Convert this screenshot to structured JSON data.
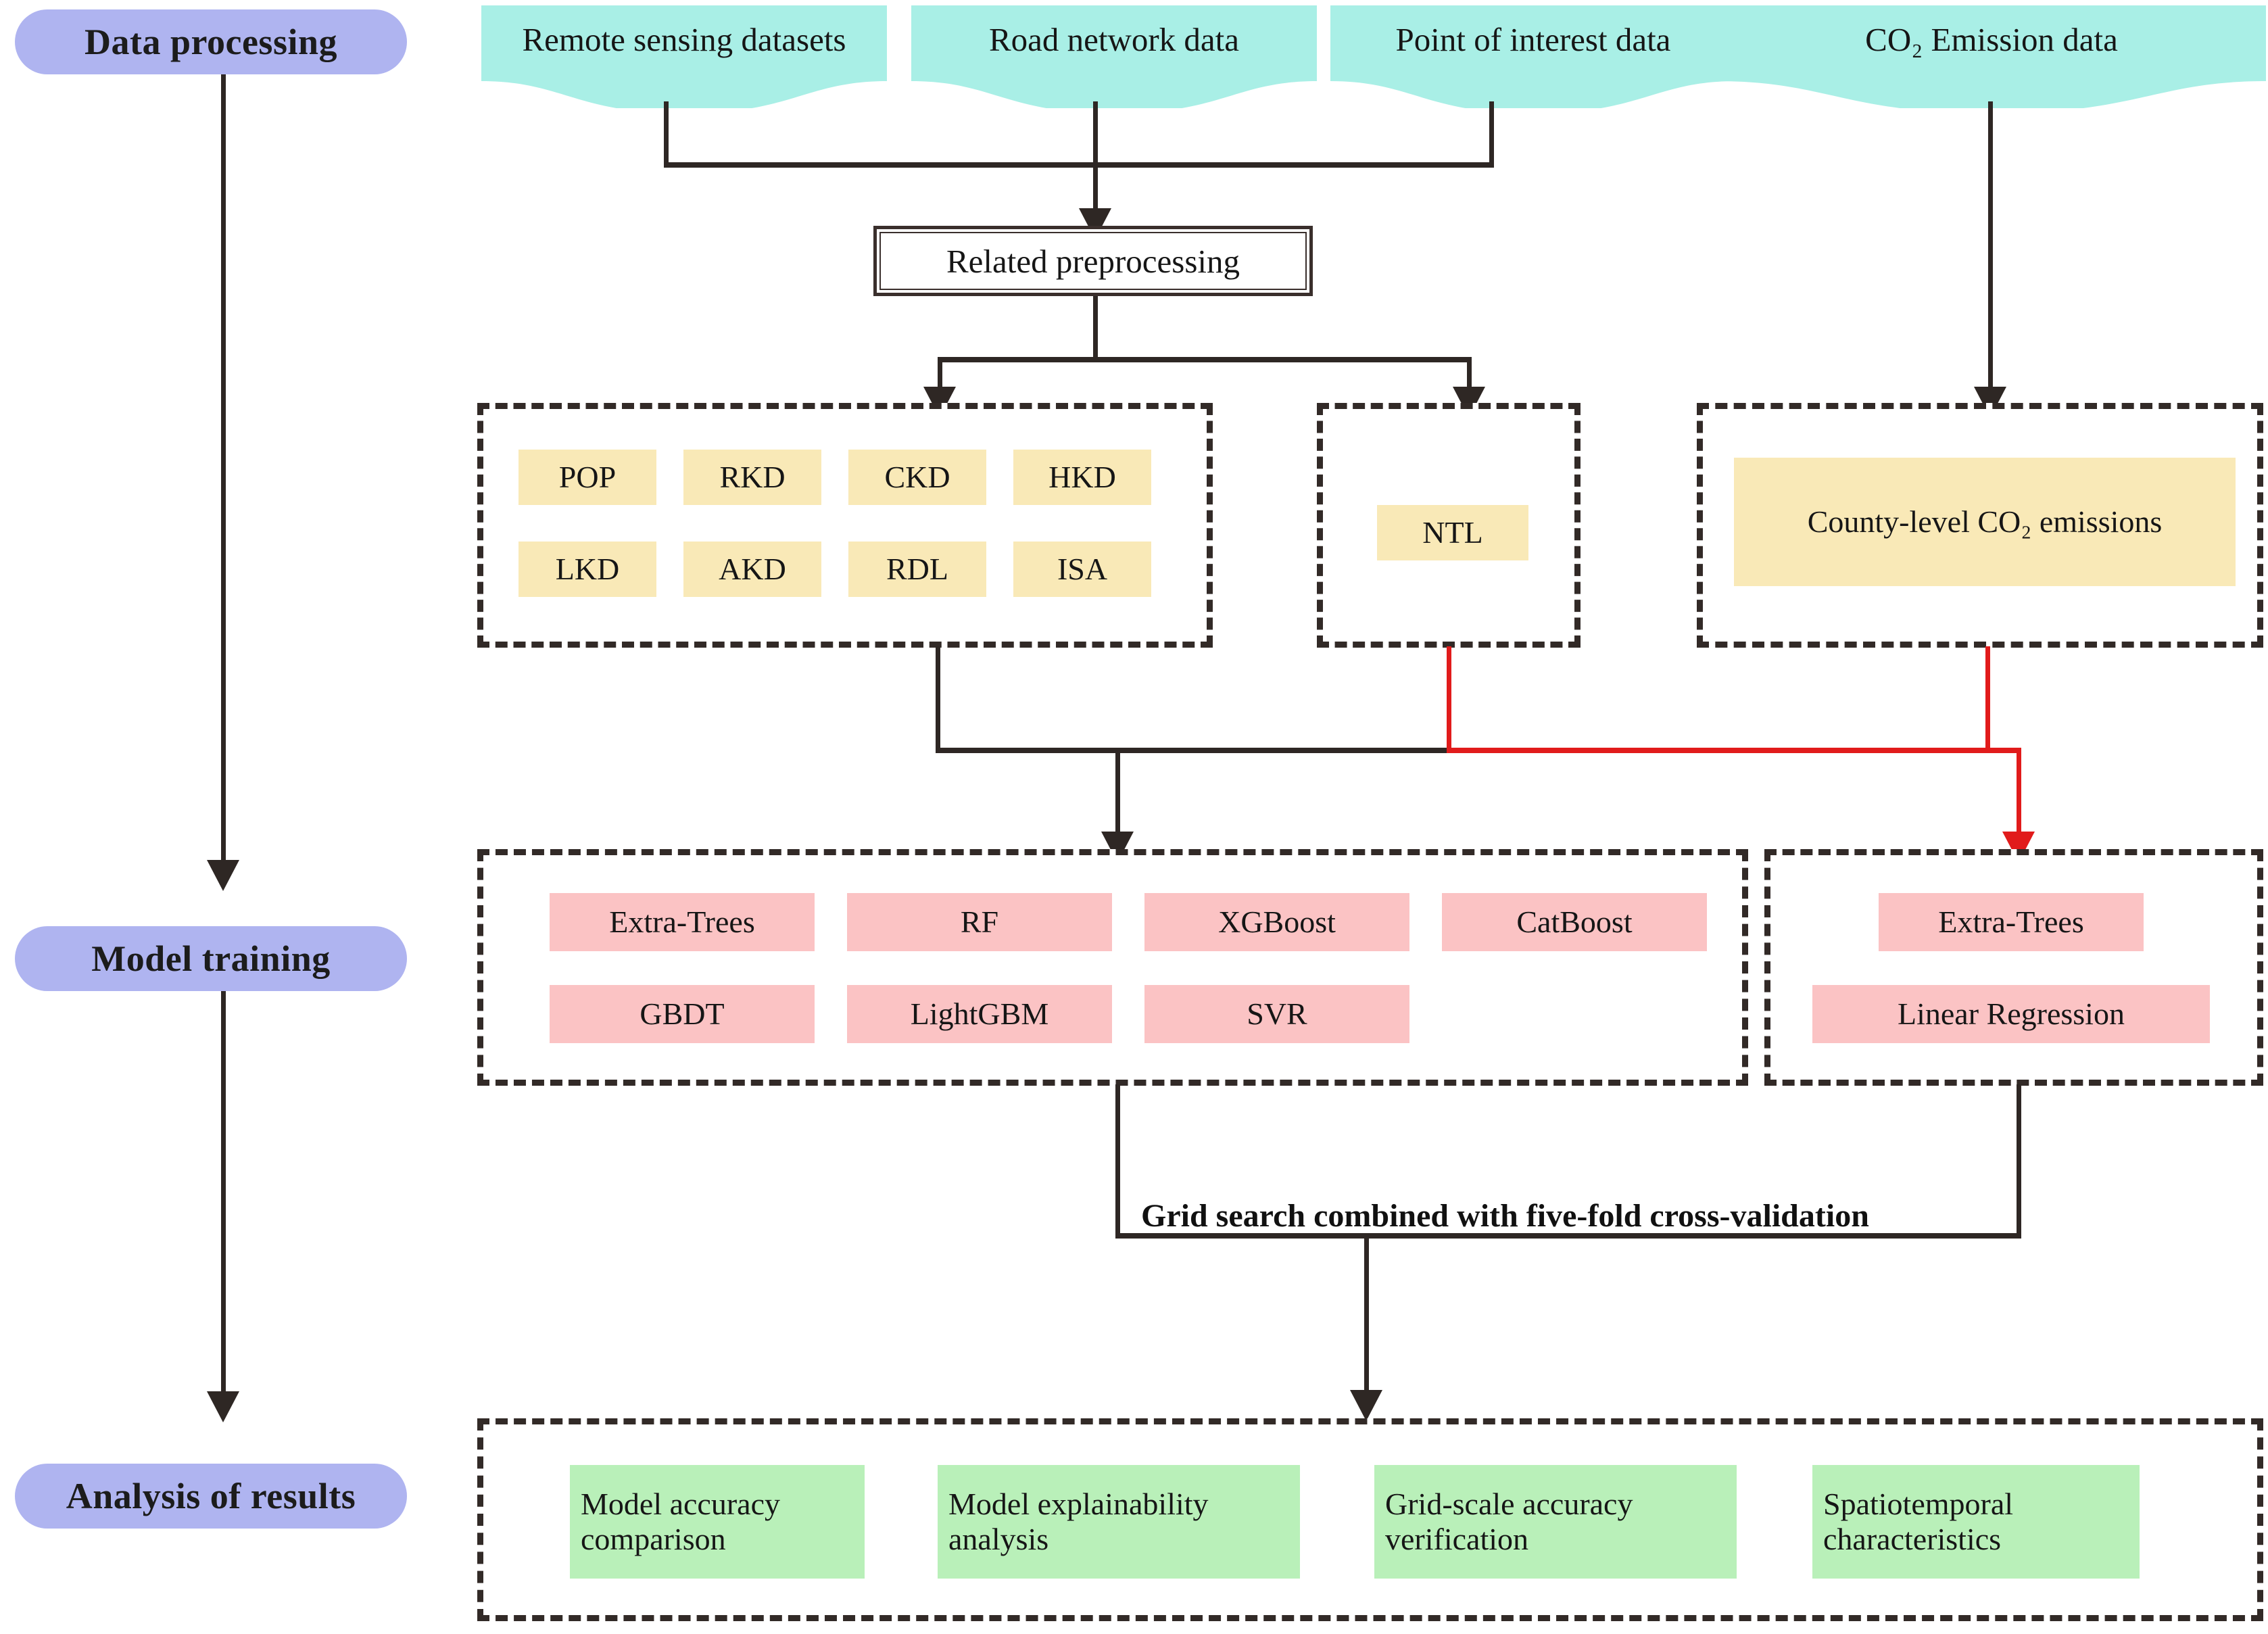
{
  "diagram": {
    "title": "Research workflow: CO2 emission downscaling with machine learning",
    "colors": {
      "stage_pill": "#AFB4F0",
      "data_source": "#A9EFE6",
      "feature_chip": "#F9E9B7",
      "model_chip": "#FBC3C4",
      "result_chip": "#B9F0B9",
      "connector": "#2E2724",
      "connector_highlight": "#E11B1B"
    }
  },
  "stages": [
    {
      "id": "data-processing",
      "label": "Data processing"
    },
    {
      "id": "model-training",
      "label": "Model training"
    },
    {
      "id": "analysis-of-results",
      "label": "Analysis of results"
    }
  ],
  "data_sources": [
    {
      "id": "remote-sensing",
      "label": "Remote sensing datasets"
    },
    {
      "id": "road-network",
      "label": "Road network data"
    },
    {
      "id": "point-of-interest",
      "label": "Point of interest data"
    },
    {
      "id": "co2-emission",
      "label": "CO₂ Emission data"
    }
  ],
  "preprocessing": {
    "label": "Related preprocessing"
  },
  "feature_group": {
    "items": [
      {
        "label": "POP"
      },
      {
        "label": "RKD"
      },
      {
        "label": "CKD"
      },
      {
        "label": "HKD"
      },
      {
        "label": "LKD"
      },
      {
        "label": "AKD"
      },
      {
        "label": "RDL"
      },
      {
        "label": "ISA"
      }
    ]
  },
  "ntl_group": {
    "items": [
      {
        "label": "NTL"
      }
    ]
  },
  "co2_group": {
    "items": [
      {
        "label": "County-level CO₂ emissions"
      }
    ]
  },
  "model_group_left": {
    "items": [
      {
        "label": "Extra-Trees"
      },
      {
        "label": "RF"
      },
      {
        "label": "XGBoost"
      },
      {
        "label": "CatBoost"
      },
      {
        "label": "GBDT"
      },
      {
        "label": "LightGBM"
      },
      {
        "label": "SVR"
      }
    ]
  },
  "model_group_right": {
    "items": [
      {
        "label": "Extra-Trees"
      },
      {
        "label": "Linear Regression"
      }
    ]
  },
  "tuning": {
    "label": "Grid search combined with five-fold cross-validation"
  },
  "results_group": {
    "items": [
      {
        "line1": "Model accuracy",
        "line2": "comparison"
      },
      {
        "line1": "Model explainability",
        "line2": "analysis"
      },
      {
        "line1": "Grid-scale accuracy",
        "line2": "verification"
      },
      {
        "line1": "Spatiotemporal",
        "line2": "characteristics"
      }
    ]
  }
}
